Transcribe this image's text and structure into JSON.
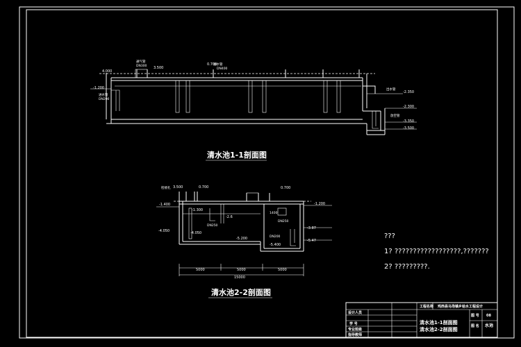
{
  "section1": {
    "title": "清水池1-1剖面图",
    "labels": {
      "elev_top_left": "4.000",
      "vent_pipe": "通气管",
      "vent_dn": "DN300",
      "elev_top_mid": "3.500",
      "overflow": "溢水管",
      "overflow_dn": "DN400",
      "elev_top_right": "0.700",
      "elev_ground_left": "-1.200",
      "inlet_pipe": "进水管",
      "inlet_dn": "DN200",
      "outlet_pipe": "出水管",
      "elev_r1": "-2.350",
      "elev_r2": "-2.300",
      "drain_pipe": "放空管",
      "elev_r3": "-3.350",
      "elev_r4": "-3.500"
    }
  },
  "section2": {
    "title": "清水池2-2剖面图",
    "labels": {
      "vent": "检修孔",
      "elev_a": "3.500",
      "elev_b": "0.700",
      "elev_c": "0.700",
      "elev_ground_left": "-1.400",
      "elev_ground_right": "-1.200",
      "elev_mid1": "-1.300",
      "elev_mid2": "-2.6",
      "dn1": "DN250",
      "elev_left_bot": "-4.050",
      "elev_bot": "-5.200",
      "elev_bot2": "-5.400",
      "elev_right1": "-3.87",
      "elev_right2": "-5.47",
      "dim1": "5000",
      "dim2": "5000",
      "dim3": "5000",
      "dim_total": "15000",
      "box_label": "1400",
      "dn2": "DN250",
      "dn3": "DN200"
    }
  },
  "notes": {
    "heading": "???",
    "line1": "1? ??????????????????,???????",
    "line2": "2? ?????????."
  },
  "titleblock": {
    "project_name_label": "工程名称",
    "project_name": "鸡西县马场镇乡给水工程设计",
    "designer": "设计人员",
    "student_id": "学  号",
    "major_class": "专业班级",
    "advisor": "指导教师",
    "drawing_title_1": "清水池1-1剖面图",
    "drawing_title_2": "清水池2-2剖面图",
    "drawing_no_label": "图  号",
    "drawing_no": "08",
    "drawing_name_label": "图  名",
    "drawing_name": "水池"
  }
}
